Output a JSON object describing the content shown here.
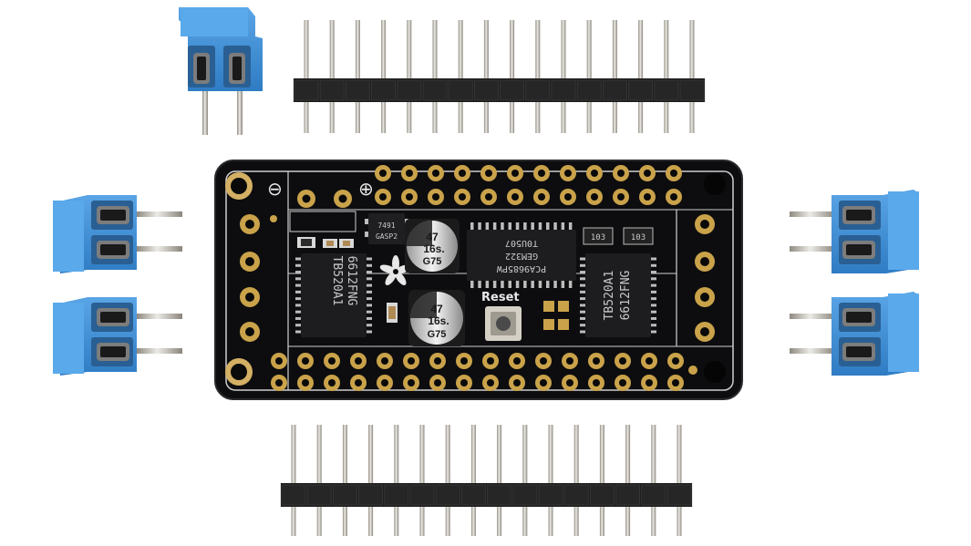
{
  "colors": {
    "pcb": "#0d0d0f",
    "pcb_edge": "#1a1a1d",
    "silkscreen": "#d8d8d8",
    "gold": "#c9a24a",
    "terminal_blue": "#3d8fd6",
    "terminal_blue_dark": "#2a6fb0",
    "pin_metal": "#d0ccc4",
    "header_plastic": "#1c1c1c"
  },
  "board": {
    "minus_symbol": "⊖",
    "plus_symbol": "⊕",
    "reset_label": "Reset",
    "left_chip": {
      "line1": "TB520A1",
      "line2": "6612FNG"
    },
    "right_chip": {
      "line1": "TB520A1",
      "line2": "6612FNG"
    },
    "pwm_chip": {
      "line1": "T0U507",
      "line2": "GEM322",
      "line3": "PCA9685PW"
    },
    "small_chip": {
      "line1": "7491",
      "line2": "GASP2"
    },
    "resistor_1": "103",
    "resistor_2": "103",
    "cap_top": {
      "line1": "47",
      "line2": "16s.",
      "line3": "G75"
    },
    "cap_bottom": {
      "line1": "47",
      "line2": "16s.",
      "line3": "G75"
    }
  },
  "parts": {
    "header_top_pins": 16,
    "header_bottom_pins": 16,
    "terminal_blocks": 5
  }
}
